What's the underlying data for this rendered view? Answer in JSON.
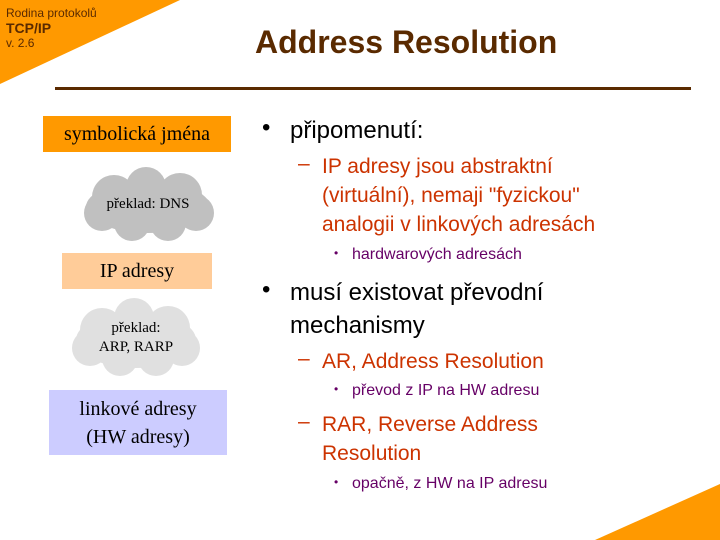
{
  "header": {
    "series": "Rodina protokolů",
    "name": "TCP/IP",
    "version": "v. 2.6",
    "title": "Address Resolution"
  },
  "diagram": {
    "names": "symbolická jména",
    "dns": "překlad: DNS",
    "ip": "IP adresy",
    "arp_line1": "překlad:",
    "arp_line2": "ARP, RARP",
    "link_line1": "linkové adresy",
    "link_line2": "(HW adresy)"
  },
  "content": {
    "b1": "připomenutí:",
    "b1_s1_l1": "IP adresy jsou abstraktní",
    "b1_s1_l2": "(virtuální), nemaji \"fyzickou\"",
    "b1_s1_l3": "analogii v linkových adresách",
    "b1_s1_t1": "hardwarových adresách",
    "b2_l1": "musí existovat převodní",
    "b2_l2": "mechanismy",
    "b2_s1": "AR, Address Resolution",
    "b2_s1_t1": "převod z IP na HW adresu",
    "b2_s2_l1": "RAR, Reverse Address",
    "b2_s2_l2": "Resolution",
    "b2_s2_t1": "opačně, z HW na IP adresu"
  },
  "colors": {
    "accent": "#ff9900",
    "title": "#5a2a00",
    "level2": "#cc3300",
    "level3": "#660066"
  }
}
